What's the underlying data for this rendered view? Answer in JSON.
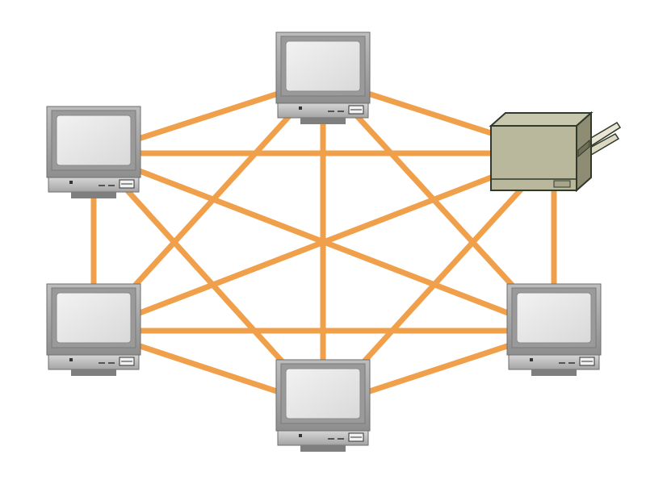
{
  "diagram": {
    "type": "full-mesh-network",
    "colors": {
      "link": "#F0A04B",
      "background": "#FFFFFF",
      "monitor_case": "#A9A9A9",
      "monitor_screen": "#E6E6E6",
      "device_body": "#B9B89C",
      "device_outline": "#2F3A2A"
    },
    "nodes": [
      {
        "id": "computer-top",
        "kind": "computer",
        "icon": "desktop-computer-icon"
      },
      {
        "id": "computer-left-upper",
        "kind": "computer",
        "icon": "desktop-computer-icon"
      },
      {
        "id": "device-right-upper",
        "kind": "printer",
        "icon": "printer-icon"
      },
      {
        "id": "computer-left-lower",
        "kind": "computer",
        "icon": "desktop-computer-icon"
      },
      {
        "id": "computer-right-lower",
        "kind": "computer",
        "icon": "desktop-computer-icon"
      },
      {
        "id": "computer-bottom",
        "kind": "computer",
        "icon": "desktop-computer-icon"
      }
    ],
    "links": [
      [
        "computer-top",
        "computer-left-upper"
      ],
      [
        "computer-top",
        "device-right-upper"
      ],
      [
        "computer-top",
        "computer-left-lower"
      ],
      [
        "computer-top",
        "computer-right-lower"
      ],
      [
        "computer-top",
        "computer-bottom"
      ],
      [
        "computer-left-upper",
        "device-right-upper"
      ],
      [
        "computer-left-upper",
        "computer-left-lower"
      ],
      [
        "computer-left-upper",
        "computer-right-lower"
      ],
      [
        "computer-left-upper",
        "computer-bottom"
      ],
      [
        "device-right-upper",
        "computer-left-lower"
      ],
      [
        "device-right-upper",
        "computer-right-lower"
      ],
      [
        "device-right-upper",
        "computer-bottom"
      ],
      [
        "computer-left-lower",
        "computer-right-lower"
      ],
      [
        "computer-left-lower",
        "computer-bottom"
      ],
      [
        "computer-right-lower",
        "computer-bottom"
      ]
    ]
  }
}
